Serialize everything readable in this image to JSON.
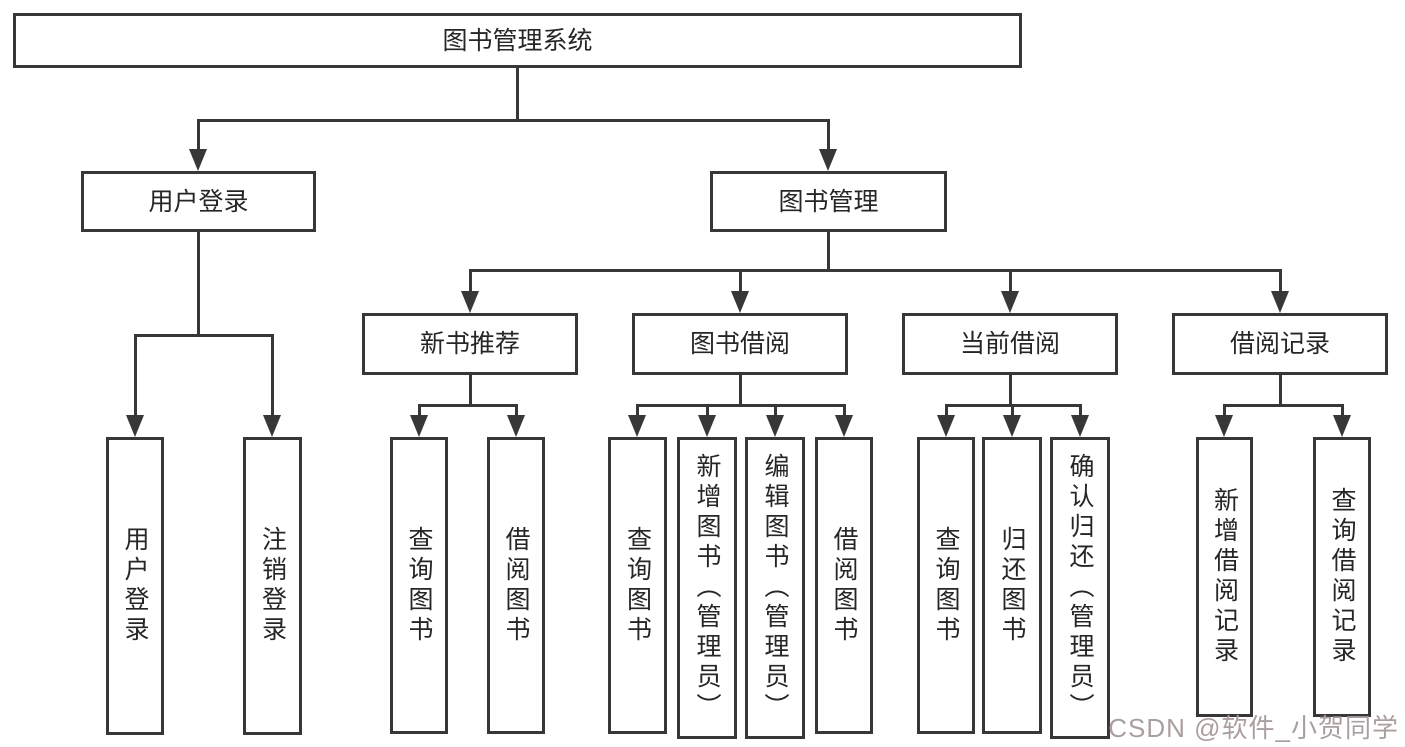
{
  "diagram": {
    "root": {
      "label": "图书管理系统"
    },
    "branches": {
      "user_login": {
        "label": "用户登录",
        "children": [
          {
            "label": "用户登录"
          },
          {
            "label": "注销登录"
          }
        ]
      },
      "book_mgmt": {
        "label": "图书管理",
        "children": {
          "new_books": {
            "label": "新书推荐",
            "children": [
              {
                "label": "查询图书"
              },
              {
                "label": "借阅图书"
              }
            ]
          },
          "borrowing": {
            "label": "图书借阅",
            "children": [
              {
                "label": "查询图书"
              },
              {
                "label": "新增图书（管理员）"
              },
              {
                "label": "编辑图书（管理员）"
              },
              {
                "label": "借阅图书"
              }
            ]
          },
          "current": {
            "label": "当前借阅",
            "children": [
              {
                "label": "查询图书"
              },
              {
                "label": "归还图书"
              },
              {
                "label": "确认归还（管理员）"
              }
            ]
          },
          "records": {
            "label": "借阅记录",
            "children": [
              {
                "label": "新增借阅记录"
              },
              {
                "label": "查询借阅记录"
              }
            ]
          }
        }
      }
    }
  },
  "watermark": {
    "text": "CSDN @软件_小贺同学",
    "color": "#ab9e9e"
  },
  "colors": {
    "line": "#373737",
    "text": "#262626",
    "background": "#ffffff",
    "box_fill": "#ffffff"
  }
}
